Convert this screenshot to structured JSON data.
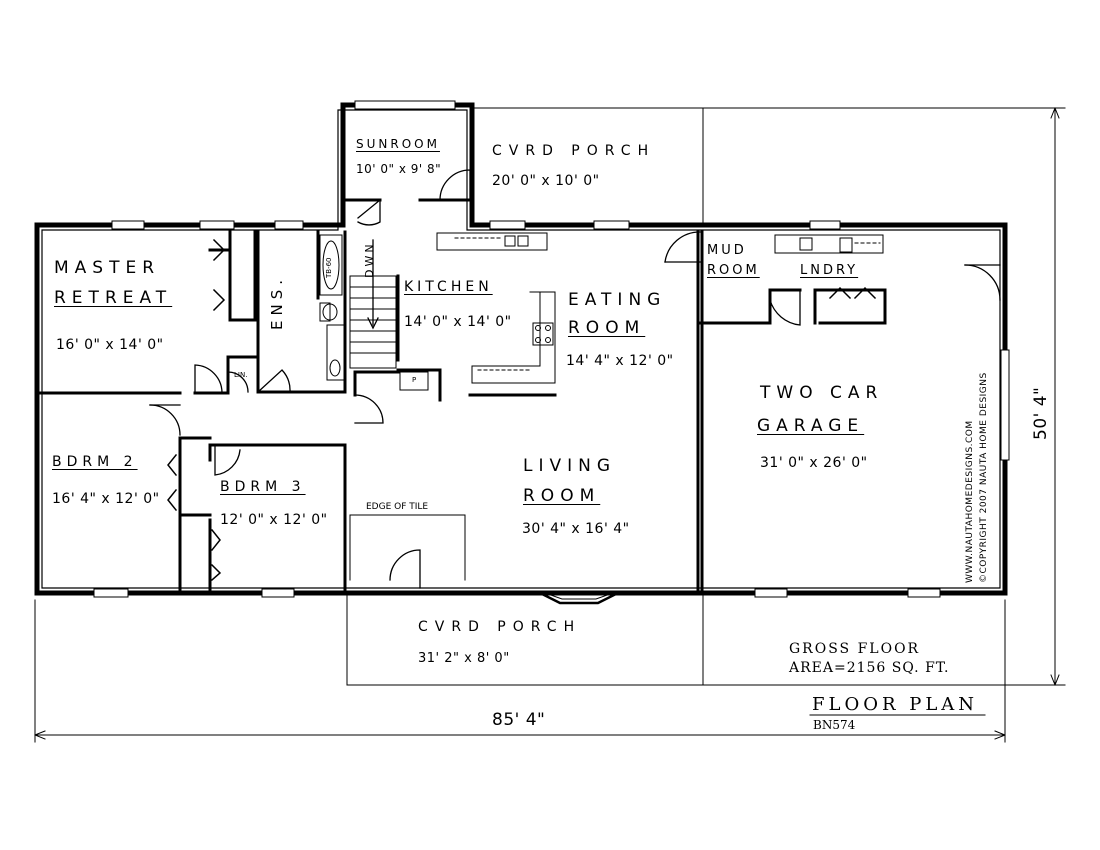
{
  "rooms": {
    "sunroom": {
      "name": "SUNROOM",
      "dim": "10' 0\" x 9' 8\""
    },
    "cvrd_porch_top": {
      "name": "CVRD PORCH",
      "dim": "20' 0\" x 10' 0\""
    },
    "master": {
      "name_1": "MASTER",
      "name_2": "RETREAT",
      "dim": "16' 0\" x 14' 0\""
    },
    "ens": {
      "name": "ENS."
    },
    "dwn": {
      "name": "DWN"
    },
    "kitchen": {
      "name": "KITCHEN",
      "dim": "14' 0\" x 14' 0\""
    },
    "eating": {
      "name_1": "EATING",
      "name_2": "ROOM",
      "dim": "14' 4\" x 12' 0\""
    },
    "mud": {
      "name_1": "MUD",
      "name_2": "ROOM"
    },
    "lndry": {
      "name": "LNDRY"
    },
    "garage": {
      "name_1": "TWO CAR",
      "name_2": "GARAGE",
      "dim": "31' 0\" x 26' 0\""
    },
    "bdrm2": {
      "name": "BDRM 2",
      "dim": "16' 4\" x 12' 0\""
    },
    "bdrm3": {
      "name": "BDRM 3",
      "dim": "12' 0\" x 12' 0\""
    },
    "living": {
      "name_1": "LIVING",
      "name_2": "ROOM",
      "dim": "30' 4\" x 16' 4\""
    },
    "cvrd_porch_bottom": {
      "name": "CVRD PORCH",
      "dim": "31' 2\" x 8' 0\""
    }
  },
  "fixtures": {
    "lin": "LIN.",
    "pantry": "P",
    "tub": "TB-60",
    "edge_of_tile": "EDGE OF TILE"
  },
  "overall": {
    "width": "85' 4\"",
    "depth": "50' 4\""
  },
  "notes": {
    "gross_line1": "GROSS FLOOR",
    "gross_line2": "AREA=2156 SQ. FT.",
    "title": "FLOOR PLAN",
    "code": "BN574",
    "website": "WWW.NAUTAHOMEDESIGNS.COM",
    "copyright": "©COPYRIGHT 2007 NAUTA HOME DESIGNS"
  }
}
